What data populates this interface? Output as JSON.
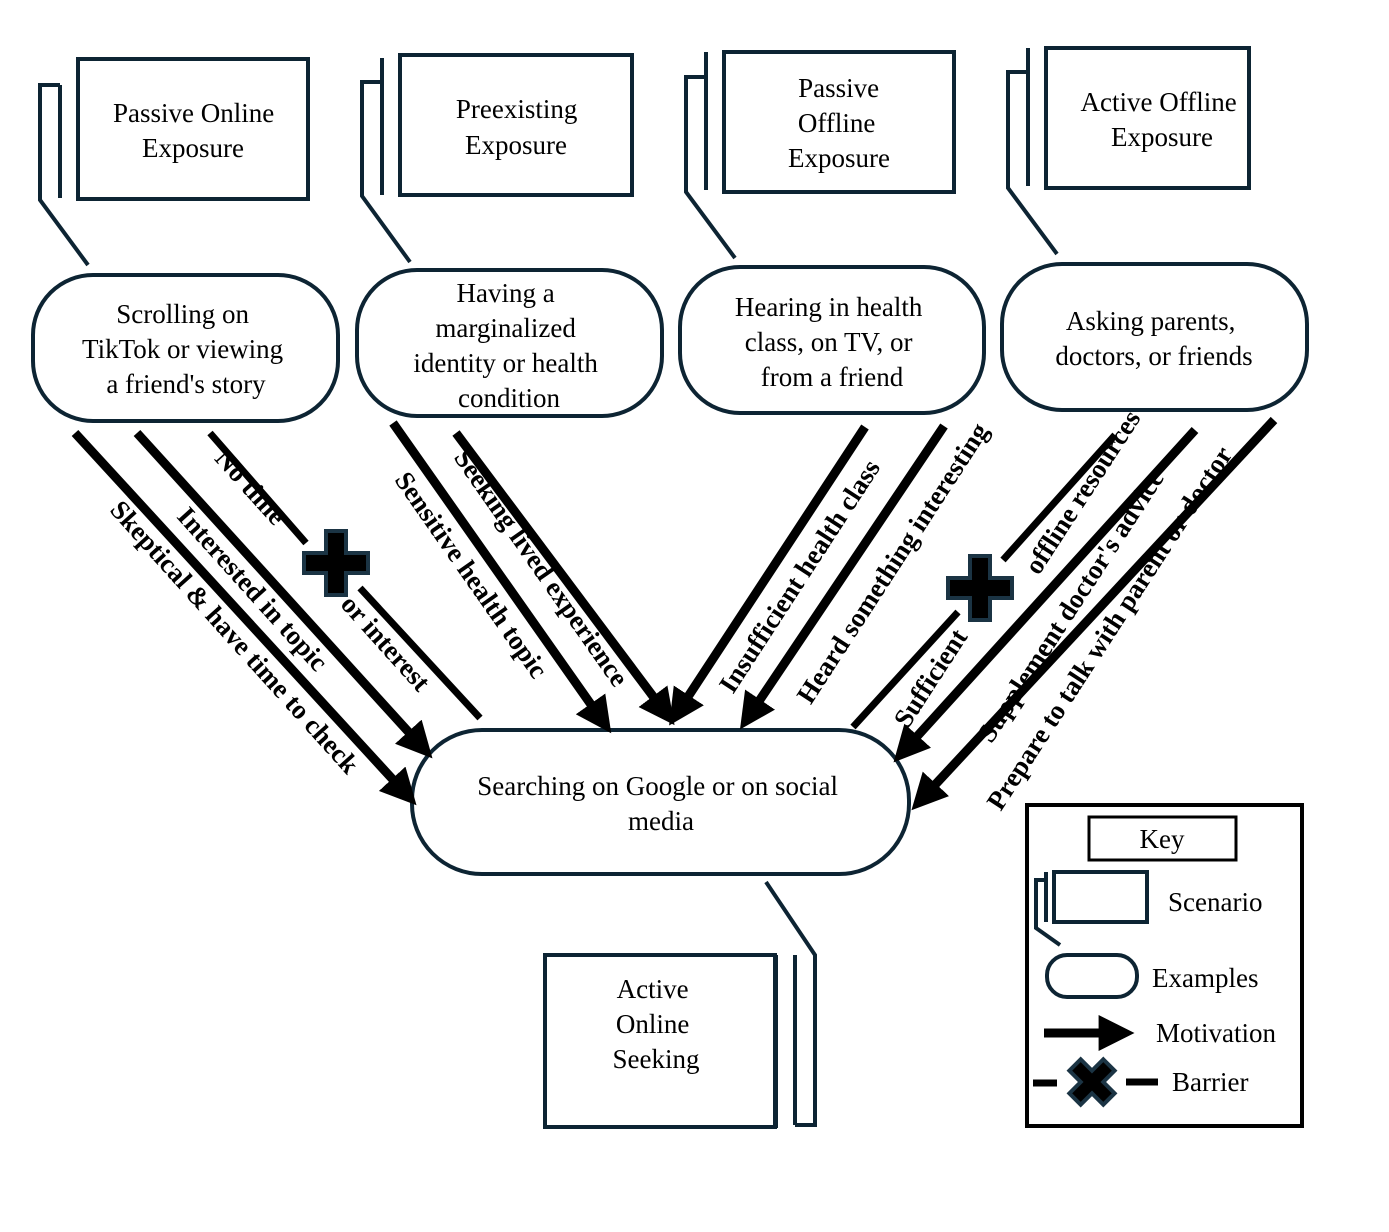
{
  "scenarios": {
    "passive_online": [
      "Passive Online",
      "Exposure"
    ],
    "preexisting": [
      "Preexisting",
      "Exposure"
    ],
    "passive_offline": [
      "Passive",
      "Offline",
      "Exposure"
    ],
    "active_offline": [
      "Active Offline",
      "Exposure"
    ],
    "active_online": [
      "Active",
      "Online",
      "Seeking"
    ]
  },
  "examples": {
    "scrolling": [
      "Scrolling on",
      "TikTok or viewing",
      "a friend's story"
    ],
    "marginalized": [
      "Having a",
      "marginalized",
      "identity or health",
      "condition"
    ],
    "hearing": [
      "Hearing in health",
      "class, on TV, or",
      "from a friend"
    ],
    "asking": [
      "Asking parents,",
      "doctors, or friends"
    ],
    "searching": [
      "Searching on Google or on social",
      "media"
    ]
  },
  "motivations": {
    "skeptical": "Skeptical & have time to check",
    "interested": "Interested in topic",
    "sensitive": "Sensitive health topic",
    "seeking_lived": "Seeking lived experience",
    "insufficient": "Insufficient health class",
    "heard": "Heard something interesting",
    "supplement": "Supplement doctor's advice",
    "prepare": "Prepare to talk with parent or doctor"
  },
  "barriers": {
    "no_time": "No time",
    "or_interest": "or interest",
    "sufficient": "Sufficient",
    "offline_resources": "offline resources"
  },
  "key": {
    "title": "Key",
    "scenario": "Scenario",
    "examples": "Examples",
    "motivation": "Motivation",
    "barrier": "Barrier"
  }
}
